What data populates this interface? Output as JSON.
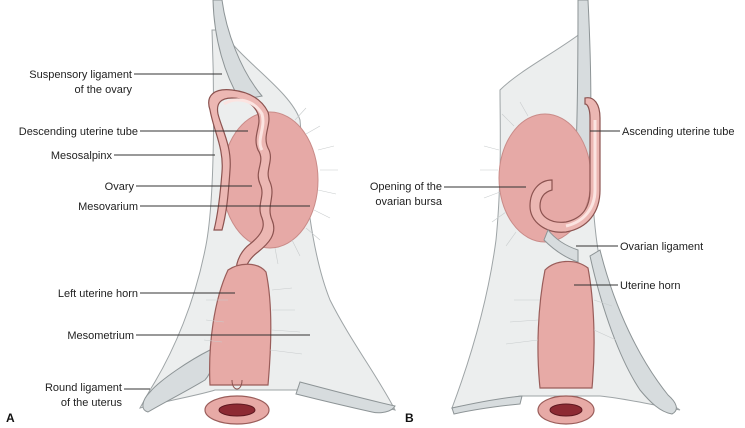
{
  "panels": {
    "a": {
      "letter": "A",
      "labels": {
        "suspensory_1": "Suspensory ligament",
        "suspensory_2": "of the ovary",
        "descending_tube": "Descending uterine tube",
        "mesosalpinx": "Mesosalpinx",
        "ovary": "Ovary",
        "mesovarium": "Mesovarium",
        "left_horn": "Left uterine horn",
        "mesometrium": "Mesometrium",
        "round_lig_1": "Round ligament",
        "round_lig_2": "of the uterus"
      }
    },
    "b": {
      "letter": "B",
      "labels": {
        "ascending_tube": "Ascending uterine tube",
        "opening_1": "Opening of the",
        "opening_2": "ovarian bursa",
        "ovarian_lig": "Ovarian ligament",
        "uterine_horn": "Uterine horn"
      }
    }
  },
  "colors": {
    "membrane": "#eceeee",
    "ligament": "#d7dcde",
    "tissue_pink": "#e7aaa6",
    "lumen": "#8d2a33"
  }
}
